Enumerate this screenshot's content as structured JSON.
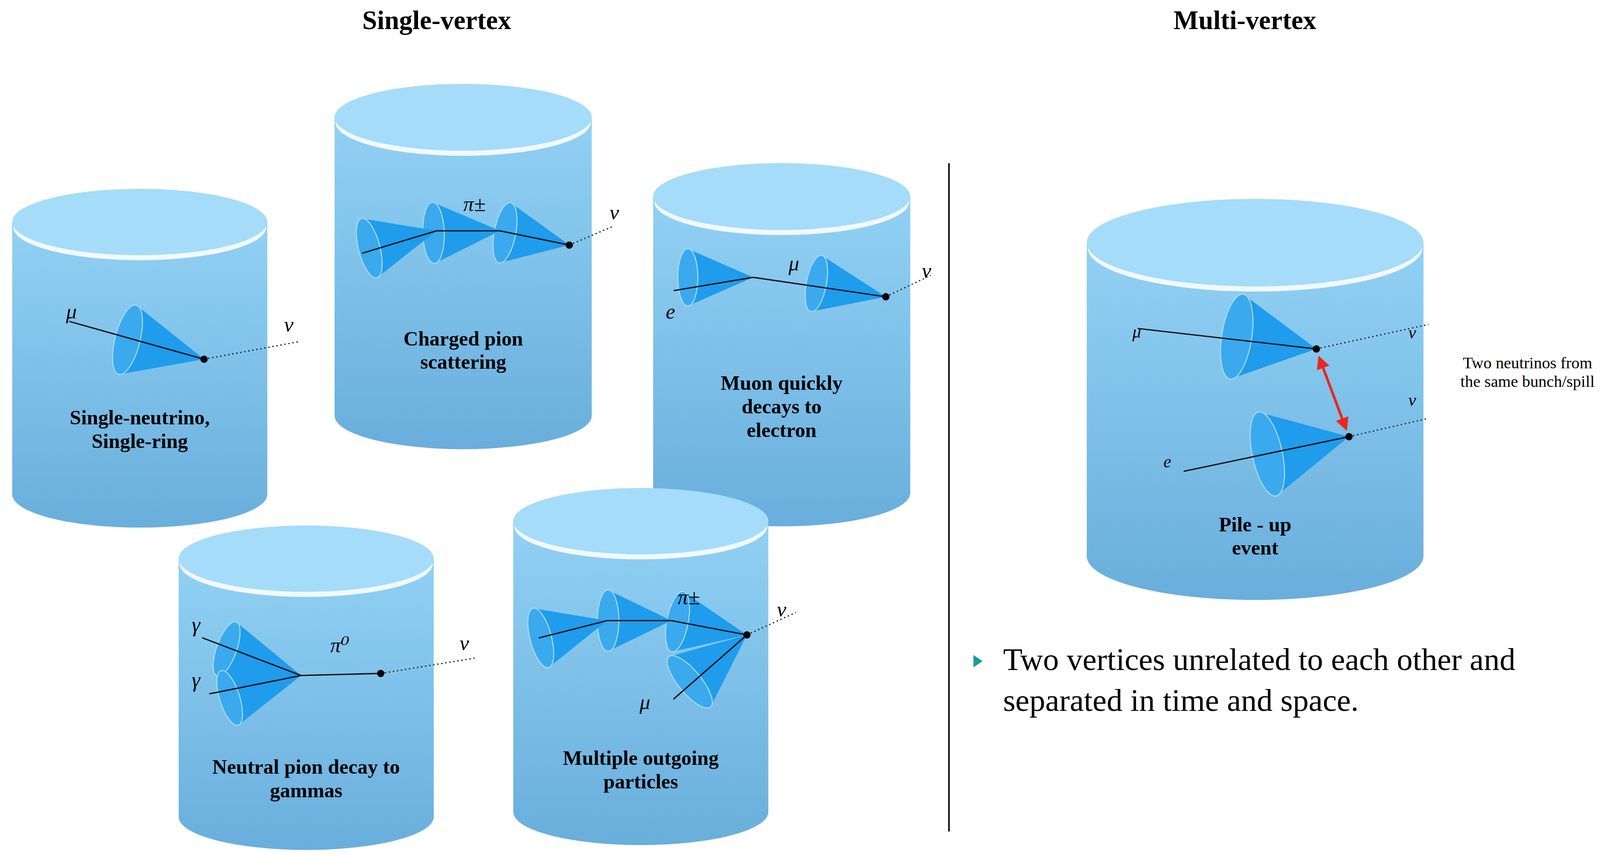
{
  "diagram": {
    "nodes": [
      {
        "text": [
          "Single-neutrino, Single-ring"
        ]
      },
      {
        "text": [
          "Charged pion scattering"
        ]
      },
      {
        "text": [
          "Muon quickly decays to electron"
        ]
      },
      {
        "text": [
          "Neutral pion decay to gammas"
        ]
      },
      {
        "text": [
          "Multiple outgoing particles"
        ]
      },
      {
        "text": [
          "Pile - up event"
        ]
      }
    ],
    "labels": [
      "Single-vertex",
      "Multi-vertex",
      "μ",
      "ν",
      "π±",
      "ν",
      "e",
      "μ",
      "ν",
      "γ",
      "γ",
      "π⁰",
      "ν",
      "π±",
      "ν",
      "μ",
      "μ",
      "ν",
      "e",
      "ν",
      "Two neutrinos from the same bunch/spill",
      "Two vertices unrelated to each other and separated in time and space."
    ]
  }
}
